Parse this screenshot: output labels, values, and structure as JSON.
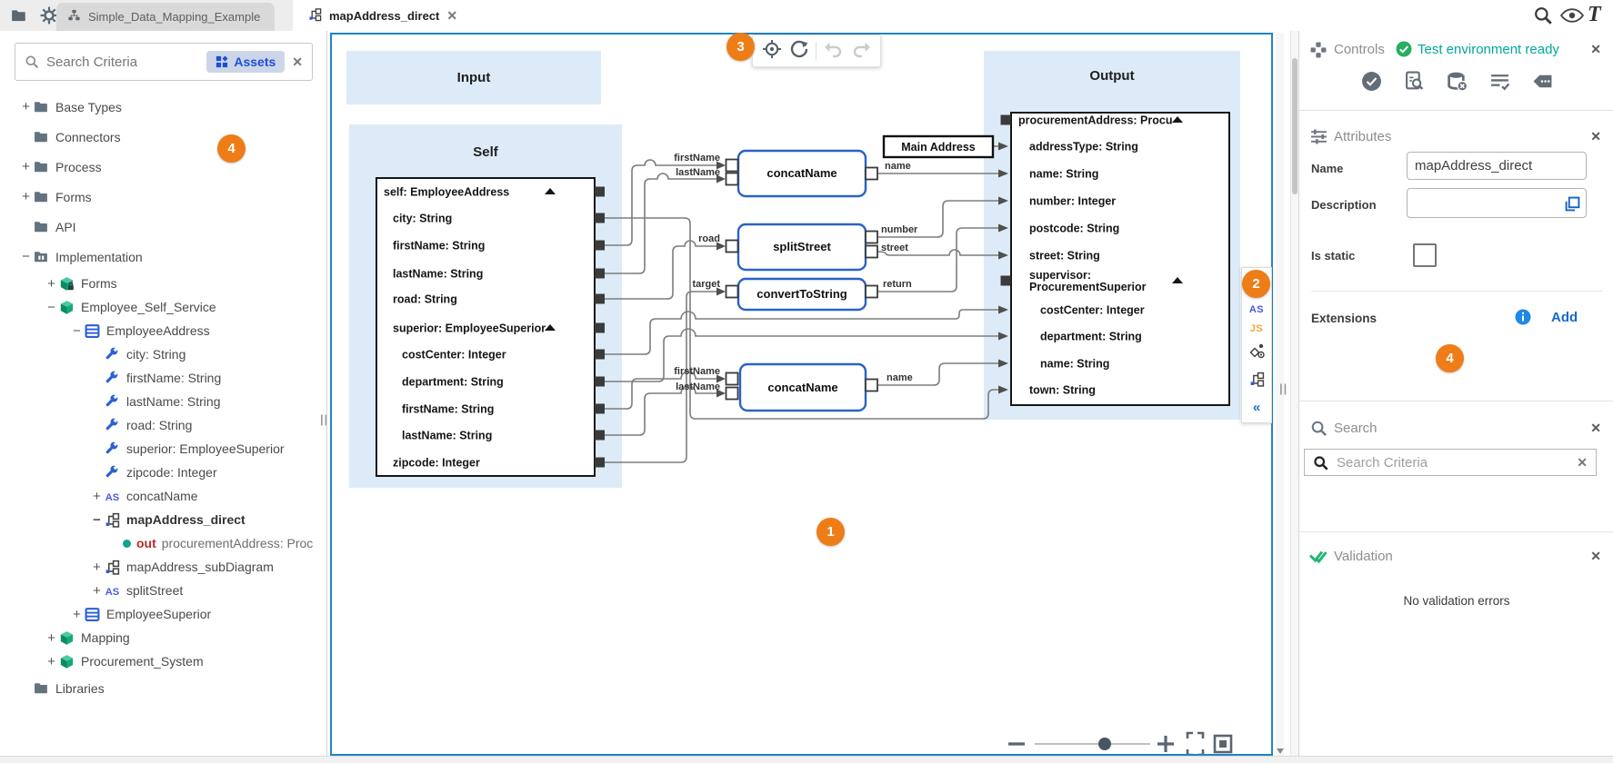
{
  "topbar": {
    "project_tab": "Simple_Data_Mapping_Example",
    "document_tab": "mapAddress_direct",
    "left_icons": [
      "folder-icon",
      "gear-icon"
    ],
    "right_icons": [
      "search-icon",
      "eye-icon",
      "text-tool-icon"
    ]
  },
  "sidebar": {
    "search": {
      "placeholder": "Search Criteria",
      "filter_chip": "Assets"
    },
    "tree": [
      {
        "label": "Base Types",
        "level": 0,
        "expander": "+",
        "icon": "folder",
        "size": "top"
      },
      {
        "label": "Connectors",
        "level": 0,
        "expander": "",
        "icon": "folder",
        "size": "top"
      },
      {
        "label": "Process",
        "level": 0,
        "expander": "+",
        "icon": "folder",
        "size": "top"
      },
      {
        "label": "Forms",
        "level": 0,
        "expander": "+",
        "icon": "folder",
        "size": "top"
      },
      {
        "label": "API",
        "level": 0,
        "expander": "",
        "icon": "folder",
        "size": "top"
      },
      {
        "label": "Implementation",
        "level": 0,
        "expander": "-",
        "icon": "impl",
        "size": "top"
      },
      {
        "label": "Forms",
        "level": 1,
        "expander": "+",
        "icon": "cubelock"
      },
      {
        "label": "Employee_Self_Service",
        "level": 1,
        "expander": "-",
        "icon": "cube"
      },
      {
        "label": "EmployeeAddress",
        "level": 2,
        "expander": "-",
        "icon": "table"
      },
      {
        "label": "city: String",
        "level": 3,
        "expander": "",
        "icon": "wrench"
      },
      {
        "label": "firstName: String",
        "level": 3,
        "expander": "",
        "icon": "wrench"
      },
      {
        "label": "lastName: String",
        "level": 3,
        "expander": "",
        "icon": "wrench"
      },
      {
        "label": "road: String",
        "level": 3,
        "expander": "",
        "icon": "wrench"
      },
      {
        "label": "superior: EmployeeSuperior",
        "level": 3,
        "expander": "",
        "icon": "wrench"
      },
      {
        "label": "zipcode: Integer",
        "level": 3,
        "expander": "",
        "icon": "wrench"
      },
      {
        "label": "concatName",
        "level": 3,
        "expander": "+",
        "icon": "as"
      },
      {
        "label": "mapAddress_direct",
        "level": 3,
        "expander": "-",
        "icon": "diagram",
        "bold": true
      },
      {
        "label": "procurementAddress: Proc",
        "level": 4,
        "expander": "",
        "icon": "outdot",
        "prefix": "out"
      },
      {
        "label": "mapAddress_subDiagram",
        "level": 3,
        "expander": "+",
        "icon": "diagram"
      },
      {
        "label": "splitStreet",
        "level": 3,
        "expander": "+",
        "icon": "as"
      },
      {
        "label": "EmployeeSuperior",
        "level": 2,
        "expander": "+",
        "icon": "table"
      },
      {
        "label": "Mapping",
        "level": 1,
        "expander": "+",
        "icon": "cube"
      },
      {
        "label": "Procurement_System",
        "level": 1,
        "expander": "+",
        "icon": "cube"
      },
      {
        "label": "Libraries",
        "level": 0,
        "expander": "",
        "icon": "folder",
        "size": "top"
      }
    ]
  },
  "canvas": {
    "badges": {
      "one": "1",
      "two": "2",
      "three": "3",
      "four_sidebar": "4",
      "four_panel": "4"
    },
    "input_title": "Input",
    "self": {
      "title": "Self",
      "rows": [
        {
          "label": "self: EmployeeAddress",
          "ind": 0,
          "caret": true
        },
        {
          "label": "city: String",
          "ind": 1
        },
        {
          "label": "firstName: String",
          "ind": 1
        },
        {
          "label": "lastName: String",
          "ind": 1
        },
        {
          "label": "road: String",
          "ind": 1
        },
        {
          "label": "superior: EmployeeSuperior",
          "ind": 1,
          "caret": true
        },
        {
          "label": "costCenter: Integer",
          "ind": 2
        },
        {
          "label": "department: String",
          "ind": 2
        },
        {
          "label": "firstName: String",
          "ind": 2
        },
        {
          "label": "lastName: String",
          "ind": 2
        },
        {
          "label": "zipcode: Integer",
          "ind": 1
        }
      ]
    },
    "output": {
      "title": "Output",
      "rows": [
        {
          "label": "procurementAddress: ProcurementAddress",
          "ind": 0,
          "caret": true,
          "port": true
        },
        {
          "label": "addressType: String",
          "ind": 1
        },
        {
          "label": "name: String",
          "ind": 1
        },
        {
          "label": "number: Integer",
          "ind": 1
        },
        {
          "label": "postcode: String",
          "ind": 1
        },
        {
          "label": "street: String",
          "ind": 1
        },
        {
          "label": "supervisor: ProcurementSuperior",
          "ind": 1,
          "caret": true,
          "port": true,
          "two": true
        },
        {
          "label": "costCenter: Integer",
          "ind": 2
        },
        {
          "label": "department: String",
          "ind": 2
        },
        {
          "label": "name: String",
          "ind": 2
        },
        {
          "label": "town: String",
          "ind": 1
        }
      ]
    },
    "constant_label": "Main Address",
    "functions": {
      "f1": "concatName",
      "f2": "splitStreet",
      "f3": "convertToString",
      "f4": "concatName"
    },
    "port_labels": {
      "f1_in1": "firstName",
      "f1_in2": "lastName",
      "f1_out": "name",
      "f2_in": "road",
      "f2_out1": "number",
      "f2_out2": "street",
      "f3_in": "target",
      "f3_out": "return",
      "f4_in1": "firstName",
      "f4_in2": "lastName",
      "f4_out": "name"
    },
    "toolbar_icons": [
      "locate-icon",
      "refresh-icon",
      "undo-icon",
      "redo-icon"
    ],
    "side_toolbar": {
      "text_tool": "T",
      "as_tool": "AS",
      "js_tool": "JS",
      "collapse": "«"
    },
    "zoom_controls": [
      "zoom-out",
      "zoom-slider",
      "zoom-in",
      "fullscreen",
      "fit-view"
    ]
  },
  "right_panel": {
    "controls": {
      "title": "Controls",
      "status": "Test environment ready",
      "action_icons": [
        "check-circle-icon",
        "doc-search-icon",
        "database-clear-icon",
        "list-check-icon",
        "tag-icon"
      ]
    },
    "attributes": {
      "title": "Attributes",
      "name_label": "Name",
      "name_value": "mapAddress_direct",
      "description_label": "Description",
      "description_value": "",
      "is_static_label": "Is static",
      "is_static_checked": false,
      "extensions_label": "Extensions",
      "add_label": "Add"
    },
    "search": {
      "title": "Search",
      "placeholder": "Search Criteria"
    },
    "validation": {
      "title": "Validation",
      "message": "No validation errors"
    }
  }
}
